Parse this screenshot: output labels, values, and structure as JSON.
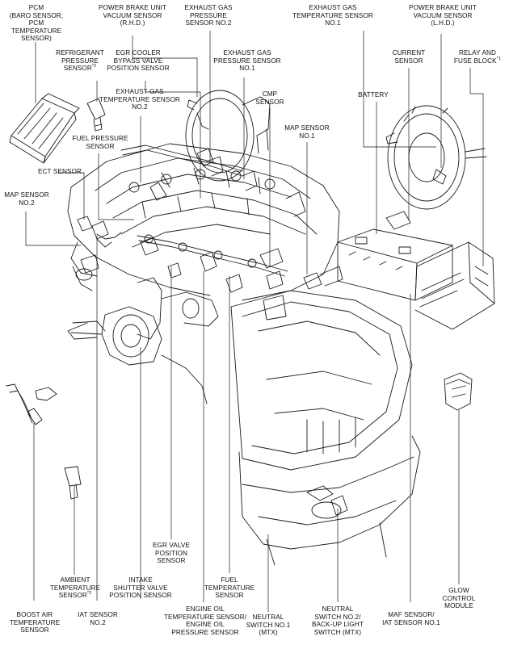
{
  "labels": {
    "pcm": "PCM\n(BARO SENSOR,\nPCM TEMPERATURE\nSENSOR)",
    "power_brake_rhd": "POWER BRAKE UNIT\nVACUUM SENSOR\n(R.H.D.)",
    "egt_no2_top": "EXHAUST GAS\nPRESSURE\nSENSOR NO.2",
    "egt_temp_no1": "EXHAUST GAS\nTEMPERATURE SENSOR\nNO.1",
    "power_brake_lhd": "POWER BRAKE UNIT\nVACUUM SENSOR\n(L.H.D.)",
    "refrigerant": "REFRIGERANT\nPRESSURE\nSENSOR",
    "refrigerant_mark": "*2",
    "egr_cooler": "EGR COOLER\nBYPASS VALVE\nPOSITION SENSOR",
    "egp_no1": "EXHAUST GAS\nPRESSURE SENSOR\nNO.1",
    "current_sensor": "CURRENT\nSENSOR",
    "relay_fuse": "RELAY AND\nFUSE BLOCK",
    "relay_fuse_mark": "*1",
    "battery": "BATTERY",
    "egt_temp_no2": "EXHAUST GAS\nTEMPERATURE SENSOR\nNO.2",
    "cmp": "CMP\nSENSOR",
    "fuel_pressure": "FUEL PRESSURE\nSENSOR",
    "map_no1": "MAP SENSOR\nNO.1",
    "ect": "ECT SENSOR",
    "map_no2": "MAP SENSOR\nNO.2",
    "egr_valve": "EGR VALVE\nPOSITION\nSENSOR",
    "glow": "GLOW\nCONTROL\nMODULE",
    "ambient": "AMBIENT\nTEMPERATURE\nSENSOR",
    "ambient_mark": "*2",
    "intake_shutter": "INTAKE\nSHUTTER VALVE\nPOSITION SENSOR",
    "fuel_temp": "FUEL\nTEMPERATURE\nSENSOR",
    "boost_air": "BOOST AIR\nTEMPERATURE\nSENSOR",
    "iat_no2": "IAT SENSOR\nNO.2",
    "engine_oil": "ENGINE OIL\nTEMPERATURE SENSOR/\nENGINE OIL\nPRESSURE SENSOR",
    "neutral_no1": "NEUTRAL\nSWITCH NO.1\n(MTX)",
    "neutral_no2": "NEUTRAL\nSWITCH NO.2/\nBACK-UP LIGHT\nSWITCH (MTX)",
    "maf": "MAF SENSOR/\nIAT SENSOR NO.1"
  }
}
